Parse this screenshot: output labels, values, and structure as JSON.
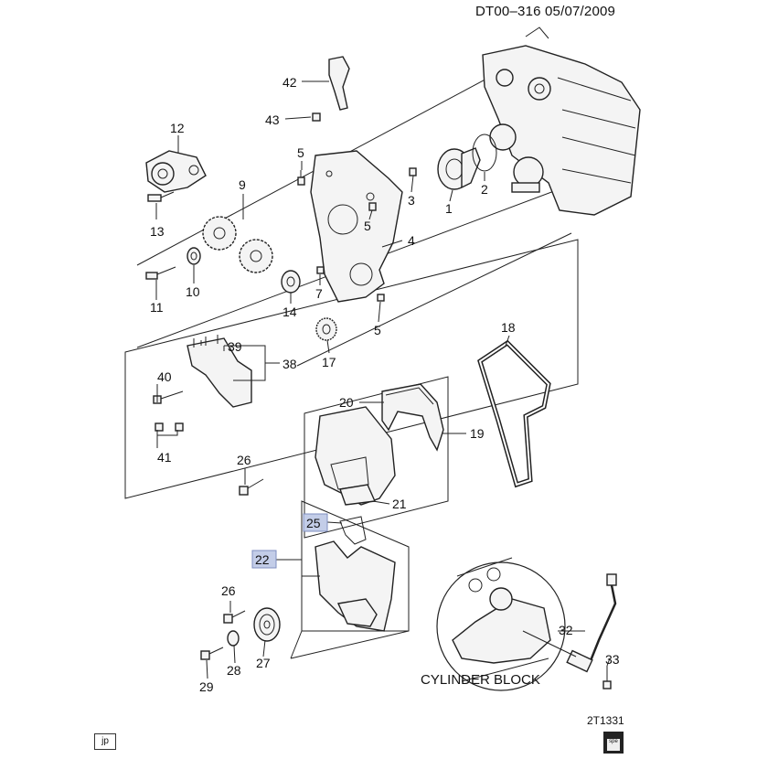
{
  "header": {
    "doc_id": "DT00–316  05/07/2009"
  },
  "figure_code": "2T1331",
  "inset_label": "CYLINDER BLOCK",
  "badge_label": "jp",
  "spec_icon_label": "spe",
  "highlight_color": "#c3cde8",
  "callouts": {
    "c1": "1",
    "c2": "2",
    "c3": "3",
    "c4": "4",
    "c5a": "5",
    "c5b": "5",
    "c5c": "5",
    "c7": "7",
    "c9": "9",
    "c10": "10",
    "c11": "11",
    "c12": "12",
    "c13": "13",
    "c14": "14",
    "c17": "17",
    "c18": "18",
    "c19": "19",
    "c20": "20",
    "c21": "21",
    "c22": "22",
    "c25": "25",
    "c26a": "26",
    "c26b": "26",
    "c27": "27",
    "c28": "28",
    "c29": "29",
    "c32": "32",
    "c33": "33",
    "c38": "38",
    "c39": "39",
    "c40": "40",
    "c41": "41",
    "c42": "42",
    "c43": "43"
  }
}
